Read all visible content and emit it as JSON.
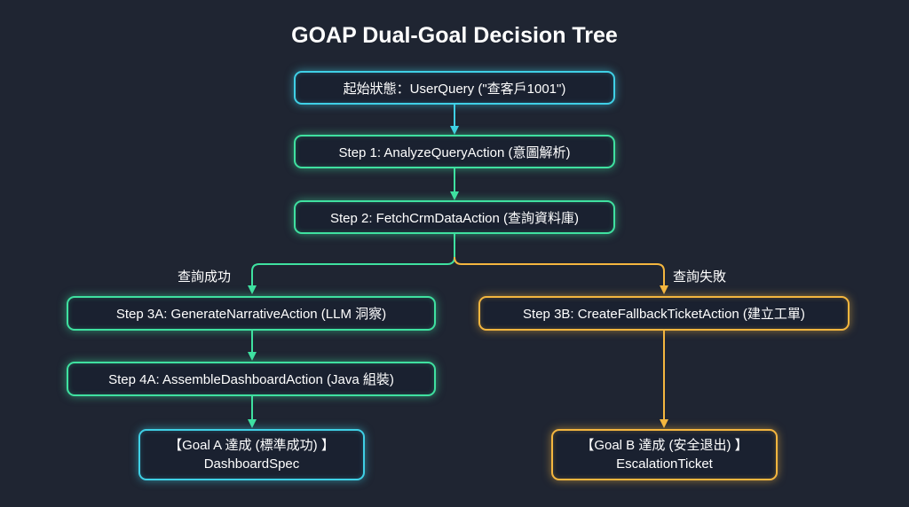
{
  "title": "GOAP Dual-Goal Decision Tree",
  "nodes": {
    "start": "起始狀態：UserQuery (\"查客戶1001\")",
    "step1": "Step 1: AnalyzeQueryAction (意圖解析)",
    "step2": "Step 2: FetchCrmDataAction (查詢資料庫)",
    "step3a": "Step 3A: GenerateNarrativeAction (LLM 洞察)",
    "step4a": "Step 4A: AssembleDashboardAction (Java 組裝)",
    "step3b": "Step 3B: CreateFallbackTicketAction (建立工單)",
    "goal_a": {
      "line1": "【Goal A 達成 (標準成功) 】",
      "line2": "DashboardSpec"
    },
    "goal_b": {
      "line1": "【Goal B 達成 (安全退出) 】",
      "line2": "EscalationTicket"
    }
  },
  "edge_labels": {
    "success": "查詢成功",
    "failure": "查詢失敗"
  },
  "colors": {
    "background": "#1f2532",
    "cyan": "#3fd0e6",
    "green": "#3fe1a0",
    "gold": "#f4b63f"
  }
}
